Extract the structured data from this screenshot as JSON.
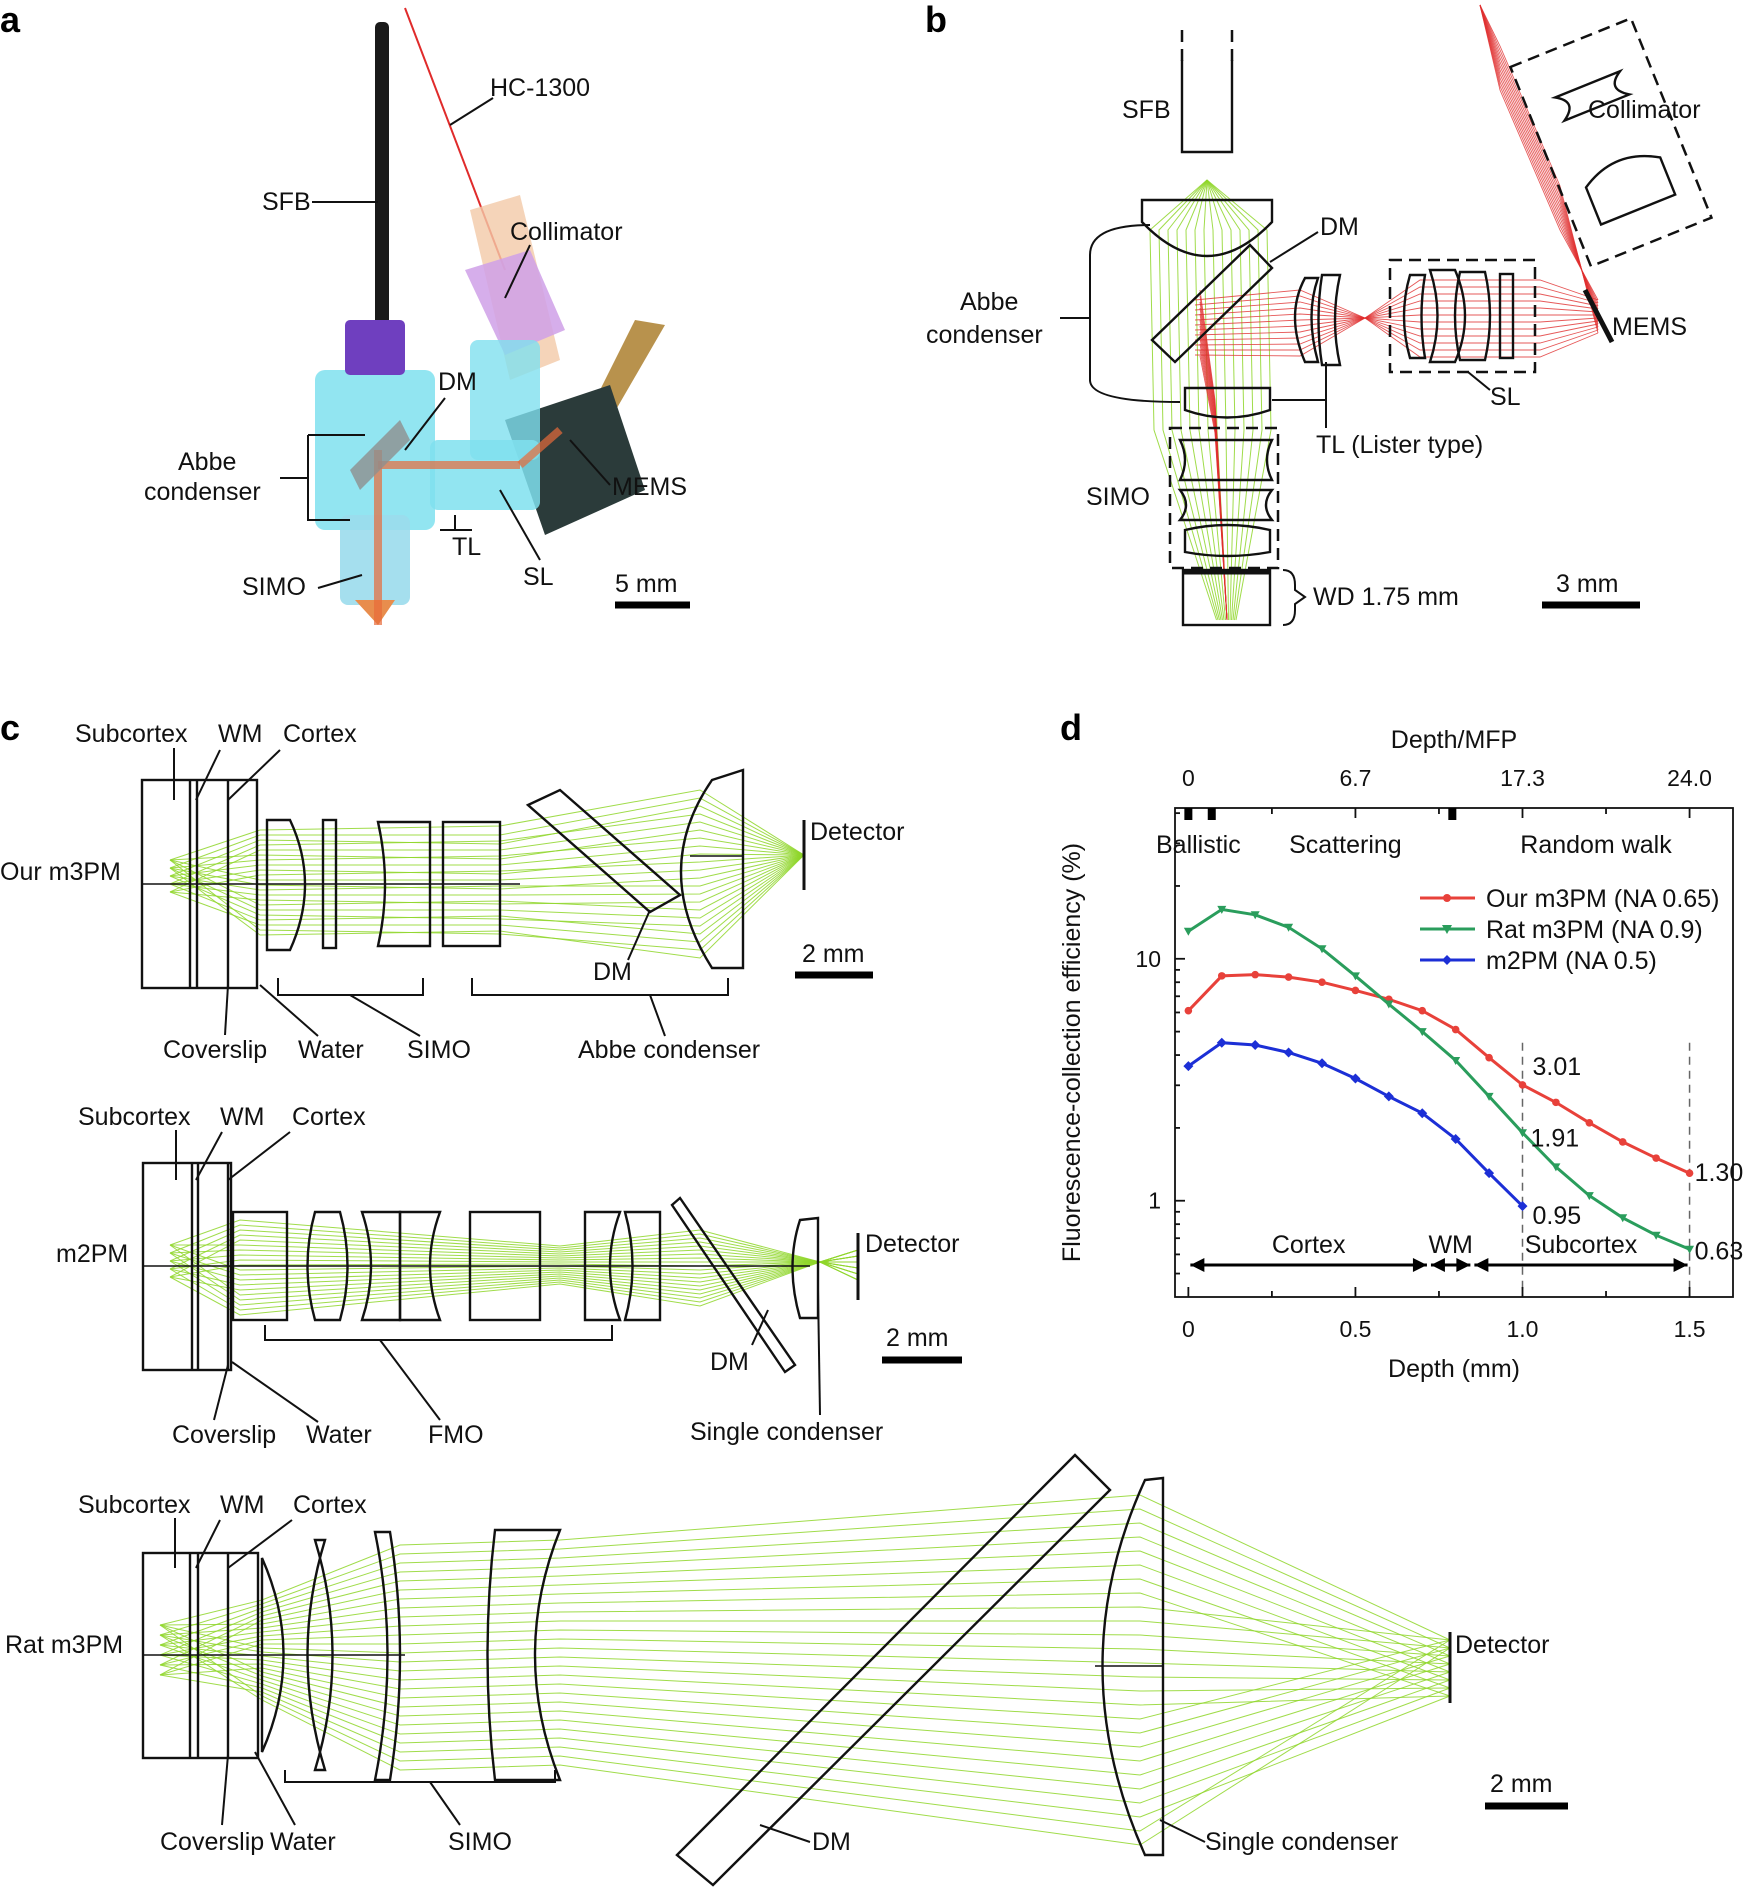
{
  "panels": {
    "a": {
      "letter": "a",
      "labels": {
        "sfb": "SFB",
        "hc": "HC-1300",
        "collimator": "Collimator",
        "dm": "DM",
        "abbe": "Abbe",
        "condenser": "condenser",
        "mems": "MEMS",
        "tl": "TL",
        "sl": "SL",
        "simo": "SIMO"
      },
      "scale": "5 mm"
    },
    "b": {
      "letter": "b",
      "labels": {
        "sfb": "SFB",
        "collimator": "Collimator",
        "dm": "DM",
        "abbe": "Abbe",
        "condenser": "condenser",
        "mems": "MEMS",
        "sl": "SL",
        "tl": "TL (Lister type)",
        "simo": "SIMO",
        "wd": "WD 1.75 mm"
      },
      "scale": "3 mm"
    },
    "c": {
      "letter": "c",
      "our": {
        "name": "Our m3PM",
        "subcortex": "Subcortex",
        "wm": "WM",
        "cortex": "Cortex",
        "coverslip": "Coverslip",
        "water": "Water",
        "simo": "SIMO",
        "dm": "DM",
        "abbe": "Abbe condenser",
        "detector": "Detector",
        "scale": "2 mm"
      },
      "m2": {
        "name": "m2PM",
        "subcortex": "Subcortex",
        "wm": "WM",
        "cortex": "Cortex",
        "coverslip": "Coverslip",
        "water": "Water",
        "fmo": "FMO",
        "dm": "DM",
        "single": "Single condenser",
        "detector": "Detector",
        "scale": "2 mm"
      },
      "rat": {
        "name": "Rat m3PM",
        "subcortex": "Subcortex",
        "wm": "WM",
        "cortex": "Cortex",
        "coverslip": "Coverslip",
        "water": "Water",
        "simo": "SIMO",
        "dm": "DM",
        "single": "Single condenser",
        "detector": "Detector",
        "scale": "2 mm"
      }
    },
    "d": {
      "letter": "d",
      "colors": {
        "our": "#e8413a",
        "rat": "#2a9d5c",
        "m2": "#1c2fd6"
      }
    }
  },
  "chart_data": {
    "type": "line",
    "xlabel": "Depth (mm)",
    "ylabel": "Fluorescence-collection efficiency (%)",
    "top_axis_label": "Depth/MFP",
    "xlim": [
      -0.04,
      1.63
    ],
    "ylim": [
      0.4,
      42
    ],
    "yscale": "log",
    "x_ticks": [
      0,
      0.5,
      1.0,
      1.5
    ],
    "x_tick_labels": [
      "0",
      "0.5",
      "1.0",
      "1.5"
    ],
    "y_ticks": [
      1,
      10
    ],
    "y_tick_labels": [
      "1",
      "10"
    ],
    "top_ticks": [
      0,
      0.5,
      1.0,
      1.5
    ],
    "top_tick_labels": [
      "0",
      "6.7",
      "17.3",
      "24.0"
    ],
    "regimes": [
      "Ballistic",
      "Scattering",
      "Random walk"
    ],
    "regions": [
      {
        "label": "Cortex",
        "from": 0,
        "to": 0.72
      },
      {
        "label": "WM",
        "from": 0.72,
        "to": 0.85
      },
      {
        "label": "Subcortex",
        "from": 0.85,
        "to": 1.5
      }
    ],
    "series": [
      {
        "name": "Our m3PM (NA 0.65)",
        "x": [
          0,
          0.1,
          0.2,
          0.3,
          0.4,
          0.5,
          0.6,
          0.7,
          0.8,
          0.9,
          1.0,
          1.1,
          1.2,
          1.3,
          1.4,
          1.5
        ],
        "values": [
          6.1,
          8.5,
          8.6,
          8.4,
          8.0,
          7.4,
          6.8,
          6.1,
          5.1,
          3.9,
          3.01,
          2.55,
          2.1,
          1.75,
          1.5,
          1.3
        ]
      },
      {
        "name": "Rat m3PM (NA 0.9)",
        "x": [
          0,
          0.1,
          0.2,
          0.3,
          0.4,
          0.5,
          0.6,
          0.7,
          0.8,
          0.9,
          1.0,
          1.1,
          1.2,
          1.3,
          1.4,
          1.5
        ],
        "values": [
          13.0,
          16.0,
          15.2,
          13.5,
          11.0,
          8.5,
          6.5,
          5.0,
          3.8,
          2.7,
          1.91,
          1.38,
          1.05,
          0.85,
          0.72,
          0.63
        ]
      },
      {
        "name": "m2PM (NA 0.5)",
        "x": [
          0,
          0.1,
          0.2,
          0.3,
          0.4,
          0.5,
          0.6,
          0.7,
          0.8,
          0.9,
          1.0
        ],
        "values": [
          3.6,
          4.5,
          4.4,
          4.1,
          3.7,
          3.2,
          2.7,
          2.3,
          1.8,
          1.3,
          0.95
        ]
      }
    ],
    "annotations": [
      {
        "text": "3.01",
        "x": 1.0,
        "y": 3.01,
        "series": 0
      },
      {
        "text": "1.30",
        "x": 1.5,
        "y": 1.3,
        "series": 0
      },
      {
        "text": "1.91",
        "x": 1.0,
        "y": 1.91,
        "series": 1
      },
      {
        "text": "0.63",
        "x": 1.5,
        "y": 0.63,
        "series": 1
      },
      {
        "text": "0.95",
        "x": 1.0,
        "y": 0.95,
        "series": 2
      }
    ]
  }
}
